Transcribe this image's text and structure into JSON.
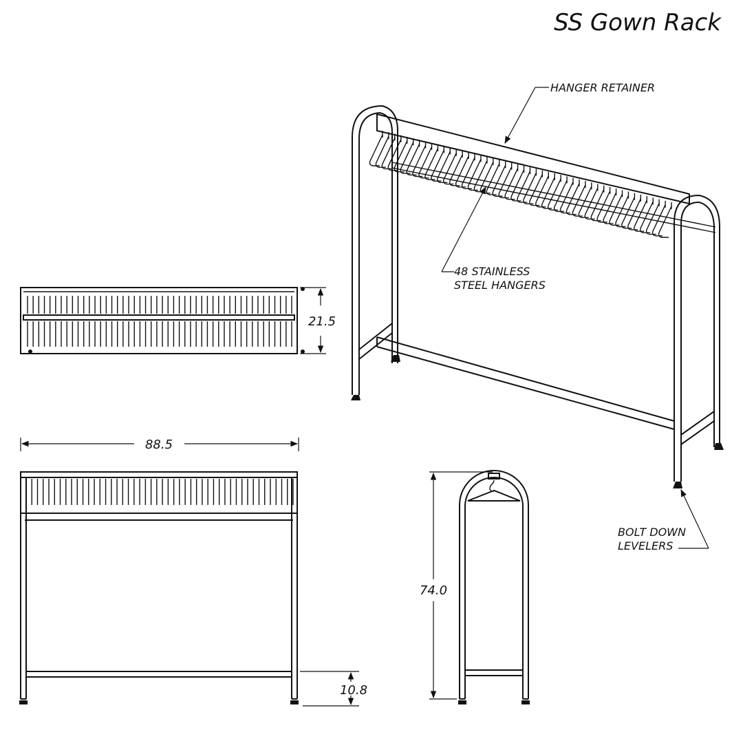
{
  "title": "SS Gown Rack",
  "callouts": {
    "hanger_retainer": "HANGER RETAINER",
    "hangers_line1": "48 STAINLESS",
    "hangers_line2": "STEEL HANGERS",
    "levelers_line1": "BOLT DOWN",
    "levelers_line2": "LEVELERS"
  },
  "dimensions": {
    "top_view_depth": "21.5",
    "front_width": "88.5",
    "bottom_rail_height": "10.8",
    "side_height": "74.0"
  },
  "hanger_count": 48
}
